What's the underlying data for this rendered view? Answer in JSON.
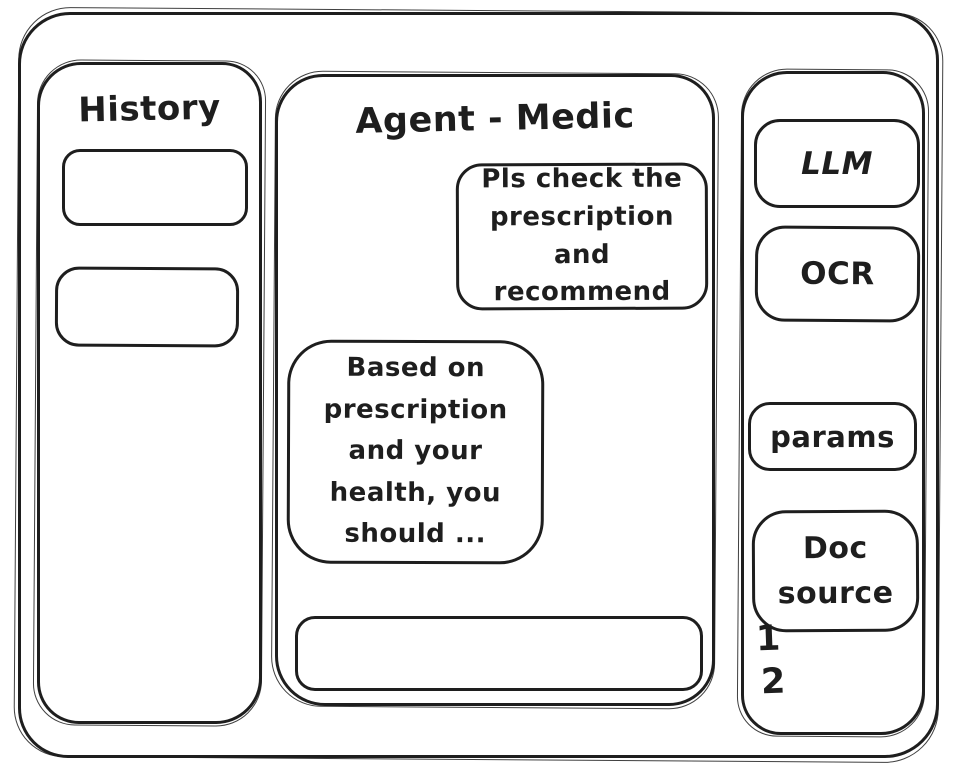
{
  "colors": {
    "stroke": "#1e1e1e",
    "background": "#ffffff"
  },
  "left_sidebar": {
    "title": "History",
    "items": [
      {
        "label": ""
      },
      {
        "label": ""
      }
    ]
  },
  "chat": {
    "title": "Agent - Medic",
    "messages": [
      {
        "role": "user",
        "text": "Pls check the prescription and recommend"
      },
      {
        "role": "assistant",
        "text": "Based on prescription and your health, you should ..."
      }
    ],
    "input": {
      "value": ""
    }
  },
  "right_sidebar": {
    "buttons": [
      {
        "label": "LLM"
      },
      {
        "label": "OCR"
      },
      {
        "label": "params"
      },
      {
        "label": "Doc source"
      }
    ],
    "doc_source_items": [
      {
        "label": "1"
      },
      {
        "label": "2"
      }
    ]
  }
}
